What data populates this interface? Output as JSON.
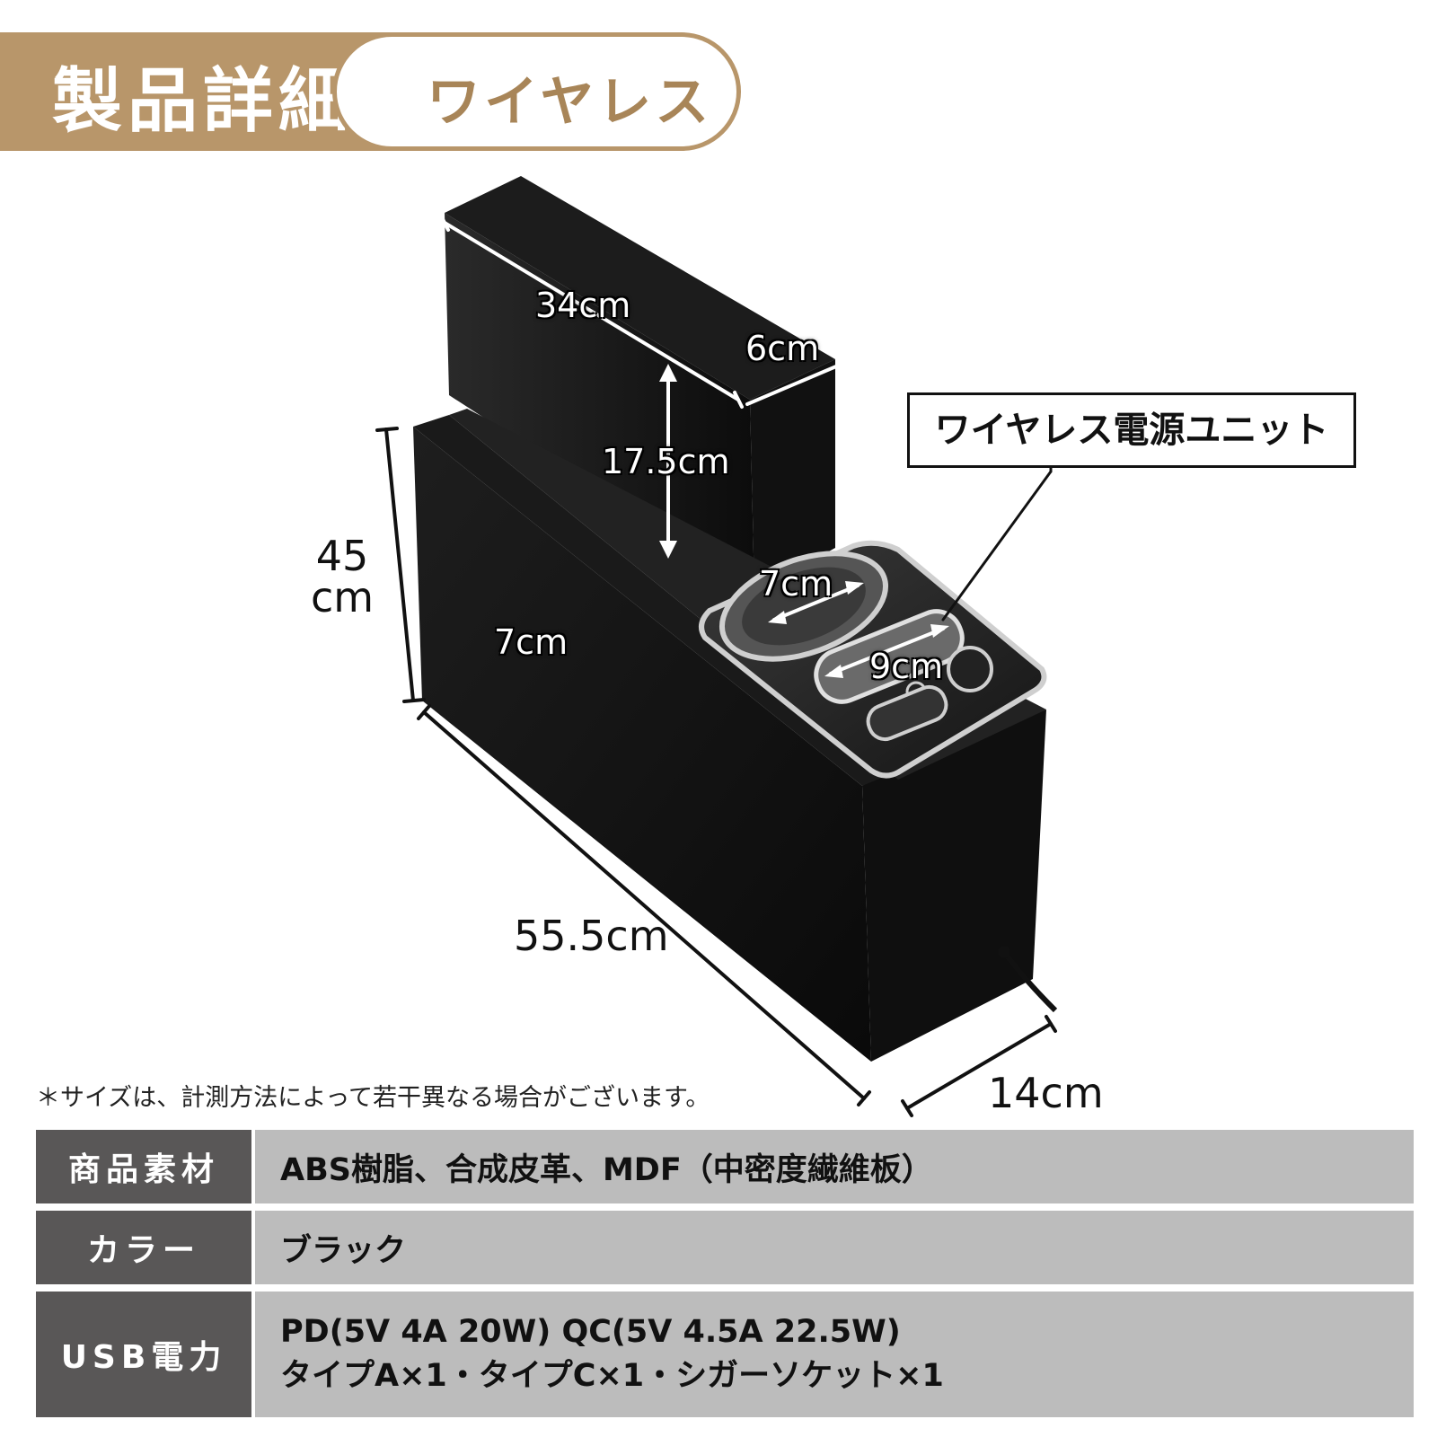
{
  "header": {
    "title": "製品詳細",
    "tag": "ワイヤレス"
  },
  "dimensions": {
    "top_length": "34cm",
    "top_width": "6cm",
    "backrest_height": "17.5cm",
    "cup_holder": "7cm",
    "side_width": "7cm",
    "wireless_pad": "9cm",
    "total_height_num": "45",
    "total_height_unit": "cm",
    "length": "55.5cm",
    "depth": "14cm"
  },
  "callout": "ワイヤレス電源ユニット",
  "note": "＊サイズは、計測方法によって若干異なる場合がございます。",
  "specs": [
    {
      "label": "商品素材",
      "lines": [
        "ABS樹脂、合成皮革、MDF（中密度繊維板）"
      ]
    },
    {
      "label": "カラー",
      "lines": [
        "ブラック"
      ]
    },
    {
      "label": "USB電力",
      "lines": [
        "PD(5V 4A 20W) QC(5V 4.5A 22.5W)",
        "タイプA×1・タイプC×1・シガーソケット×1"
      ]
    }
  ],
  "colors": {
    "accent": "#b8966a",
    "label_bg": "#595757",
    "value_bg": "#bcbcbc"
  }
}
